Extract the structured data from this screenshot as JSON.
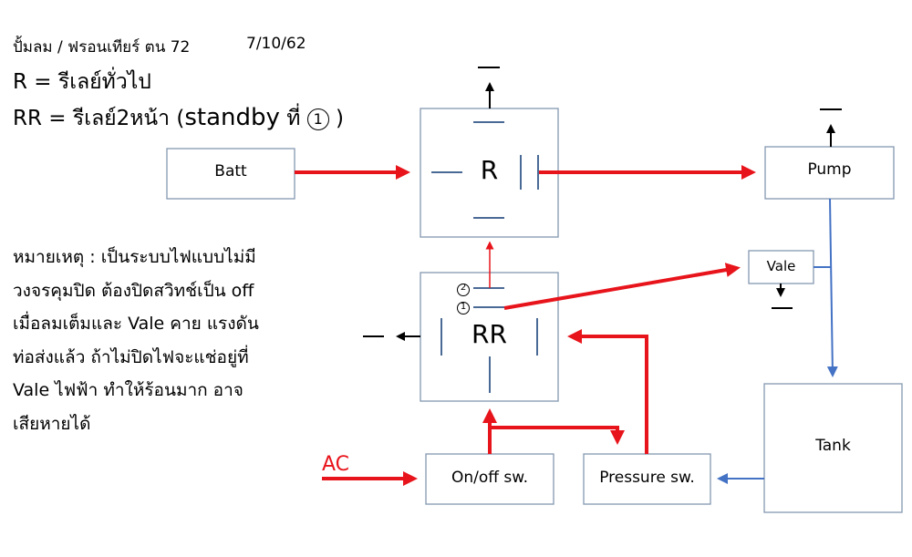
{
  "header": {
    "title": "ปั้มลม / ฟรอนเทียร์ ตน 72",
    "date": "7/10/62",
    "legend_r": "R = รีเลย์ทั่วไป",
    "legend_rr_prefix": "RR = รีเลย์2หน้า (",
    "legend_rr_standby": "standby",
    "legend_rr_at": "ที่",
    "legend_rr_num": "1",
    "legend_rr_close": ")"
  },
  "note": {
    "lines": [
      "หมายเหตุ : เป็นระบบไฟแบบไม่มี",
      "วงจรคุมปิด ต้องปิดสวิทช์เป็น off",
      "เมื่อลมเต็มและ Vale คาย แรงดัน",
      "ท่อส่งแล้ว  ถ้าไม่ปิดไฟจะแช่อยู่ที่",
      "Vale ไฟฟ้า ทำให้ร้อนมาก อาจ",
      "เสียหายได้"
    ]
  },
  "blocks": {
    "batt": "Batt",
    "relay": "R",
    "relay2": "RR",
    "pump": "Pump",
    "vale": "Vale",
    "tank": "Tank",
    "onoff": "On/off sw.",
    "pressure": "Pressure sw."
  },
  "rr_terminals": [
    "2",
    "1"
  ],
  "labels": {
    "ac": "AC"
  },
  "colors": {
    "power": "#e8141b",
    "pipe": "#4472c4",
    "box": "#8497b0",
    "contact": "#4a6a96"
  }
}
